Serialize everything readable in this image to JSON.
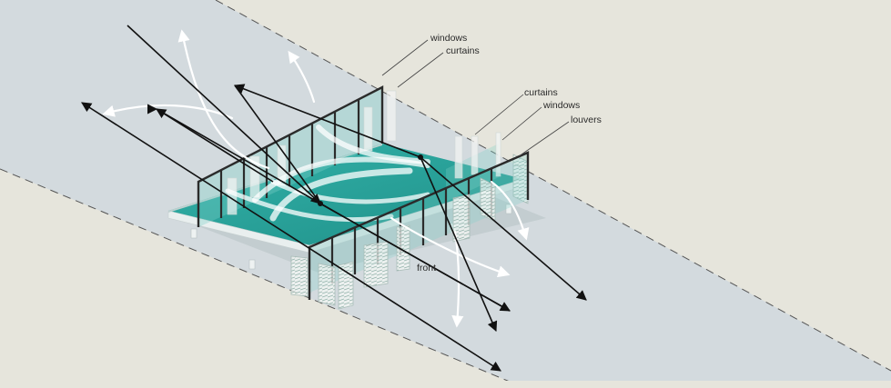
{
  "labels": {
    "left_windows": "windows",
    "left_curtains": "curtains",
    "right_curtains": "curtains",
    "right_windows": "windows",
    "right_louvers": "louvers",
    "front": "front"
  },
  "colors": {
    "background": "#e6e5dc",
    "road": "#d3dade",
    "floor": "#2aa39b",
    "frame": "#2b2b2b",
    "arrow": "#111111",
    "airflow": "#ffffff"
  }
}
